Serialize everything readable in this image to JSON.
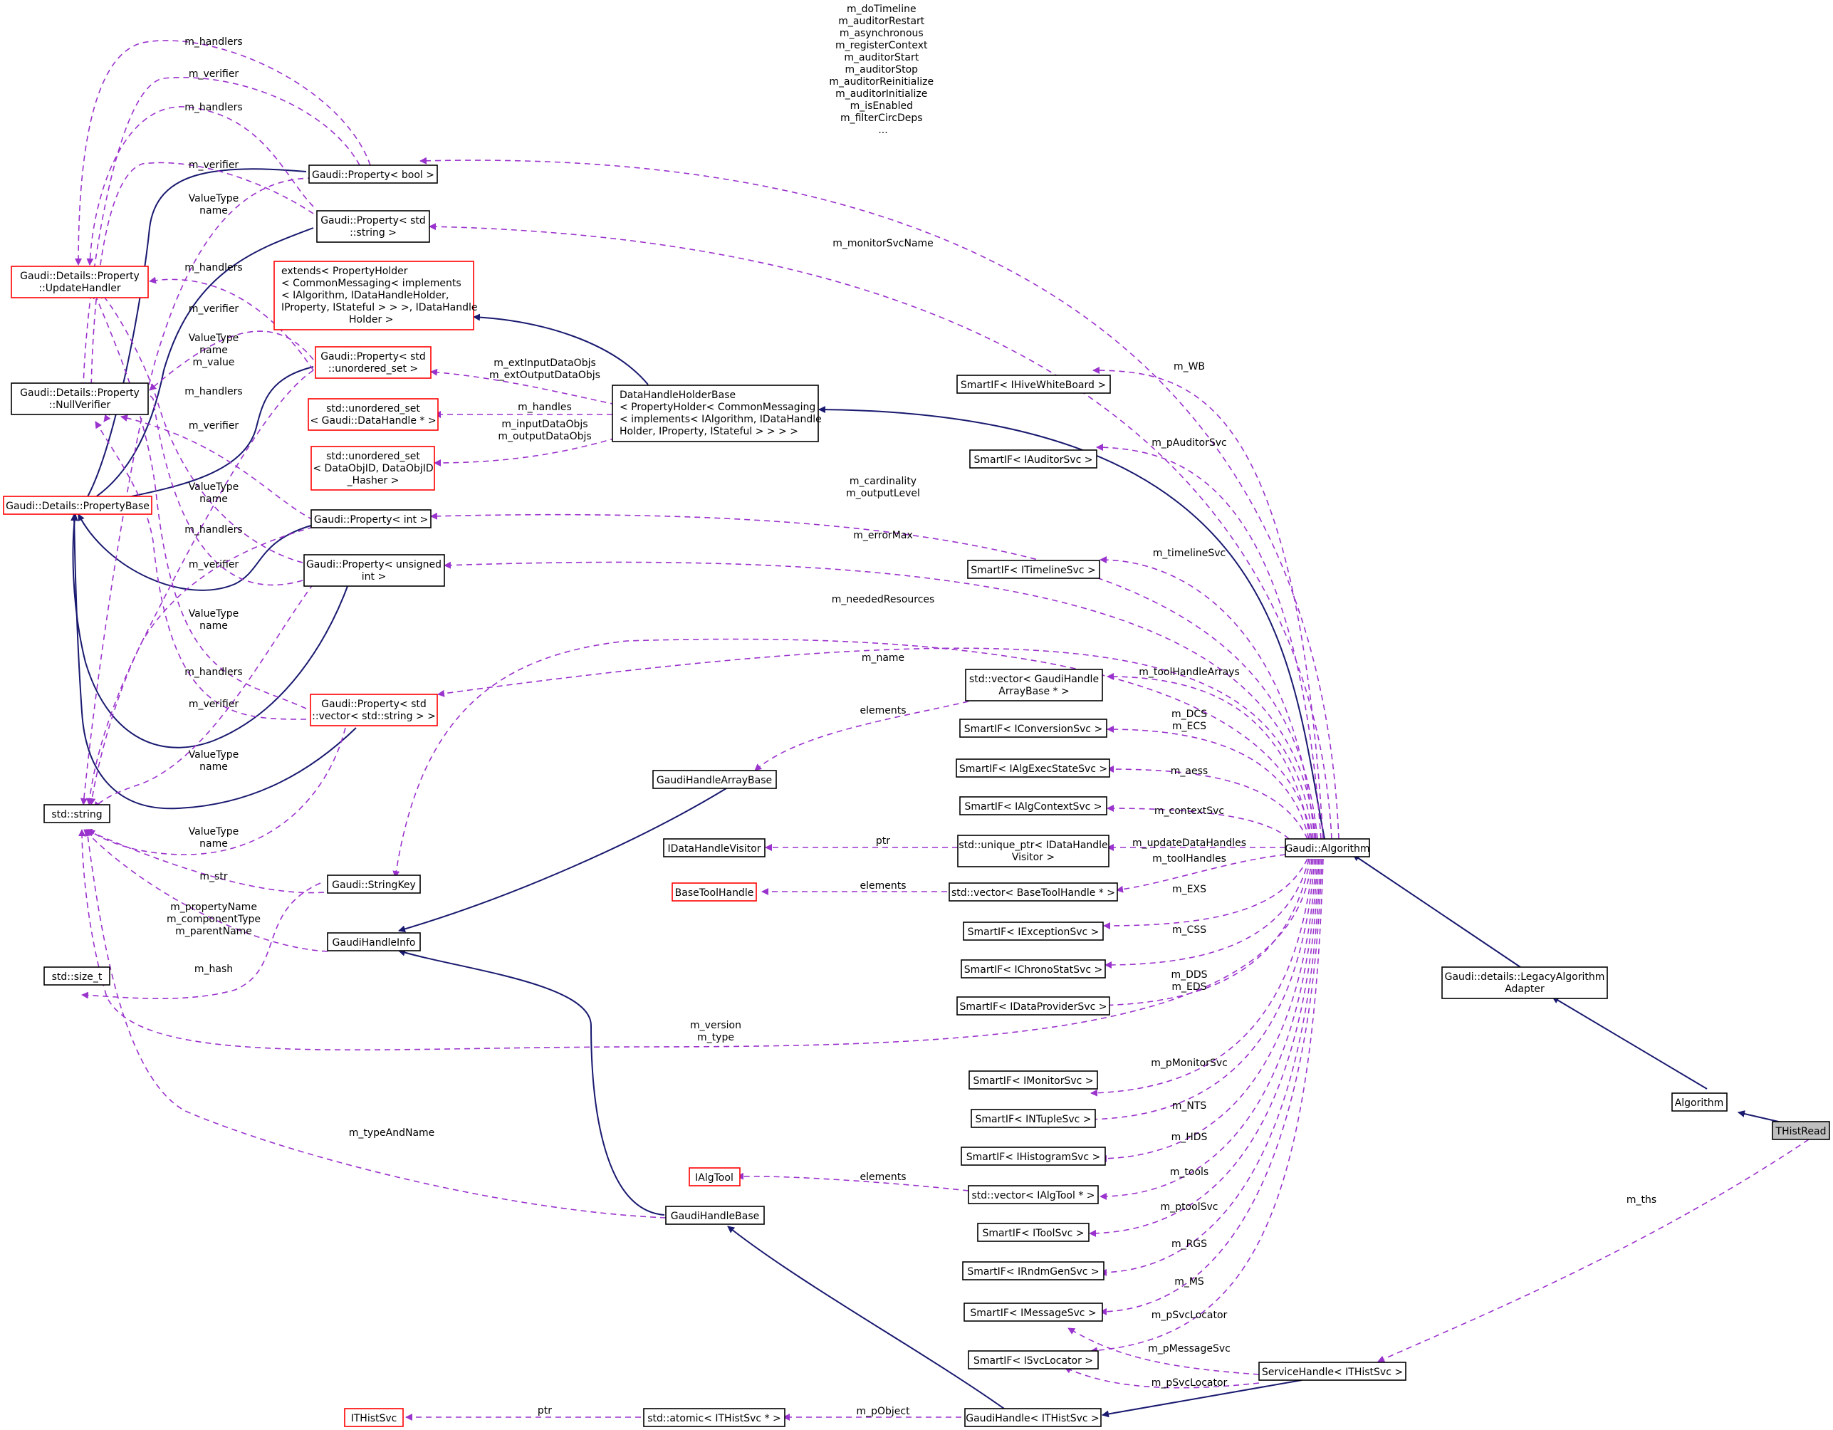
{
  "colors": {
    "inheritance_edge": "#191970",
    "usage_edge": "#9a32cd",
    "undocumented_border": "#ff0000",
    "focus_fill": "#bfbfbf"
  },
  "nodes": {
    "thistread": "THistRead",
    "algorithm": "Algorithm",
    "legacy_adapter": [
      "Gaudi::details::LegacyAlgorithm",
      "Adapter"
    ],
    "gaudi_algorithm": "Gaudi::Algorithm",
    "datahandleholderbase": [
      "DataHandleHolderBase",
      "< PropertyHolder< CommonMessaging",
      "< implements< IAlgorithm, IDataHandle",
      "Holder, IProperty, IStateful > > > >"
    ],
    "extends_propertyholder": [
      "extends< PropertyHolder",
      "< CommonMessaging< implements",
      "< IAlgorithm, IDataHandleHolder,",
      "IProperty, IStateful > > >, IDataHandle",
      "Holder >"
    ],
    "property_bool": "Gaudi::Property< bool >",
    "property_string": [
      "Gaudi::Property< std",
      "::string >"
    ],
    "property_unordered_set": [
      "Gaudi::Property< std",
      "::unordered_set >"
    ],
    "unordered_set_datahandle": [
      "std::unordered_set",
      "< Gaudi::DataHandle * >"
    ],
    "unordered_set_dataobjid": [
      "std::unordered_set",
      "< DataObjID, DataObjID",
      "_Hasher >"
    ],
    "property_int": "Gaudi::Property< int >",
    "property_unsigned": [
      "Gaudi::Property< unsigned",
      "int >"
    ],
    "property_vector_string": [
      "Gaudi::Property< std",
      "::vector< std::string > >"
    ],
    "update_handler": [
      "Gaudi::Details::Property",
      "::UpdateHandler"
    ],
    "null_verifier": [
      "Gaudi::Details::Property",
      "::NullVerifier"
    ],
    "property_base": "Gaudi::Details::PropertyBase",
    "std_string": "std::string",
    "std_size_t": "std::size_t",
    "string_key": "Gaudi::StringKey",
    "gaudi_handle_info": "GaudiHandleInfo",
    "gaudi_handle_array_base": "GaudiHandleArrayBase",
    "gaudi_handle_base": "GaudiHandleBase",
    "ialgtool": "IAlgTool",
    "ithistsvc": "ITHistSvc",
    "atomic_ithistsvc": "std::atomic< ITHistSvc * >",
    "gaudihandle_ithistsvc": "GaudiHandle< ITHistSvc >",
    "servicehandle_ithistsvc": "ServiceHandle< ITHistSvc >",
    "idatahandlevisitor": "IDataHandleVisitor",
    "basetoolhandle": "BaseToolHandle",
    "smartif_ihivewhiteboard": "SmartIF< IHiveWhiteBoard >",
    "smartif_iauditorsvc": "SmartIF< IAuditorSvc >",
    "smartif_itimelinesvc": "SmartIF< ITimelineSvc >",
    "vector_gaudihandlearraybase": [
      "std::vector< GaudiHandle",
      "ArrayBase * >"
    ],
    "smartif_iconversionsvc": "SmartIF< IConversionSvc >",
    "smartif_ialgexecstatesvc": "SmartIF< IAlgExecStateSvc >",
    "smartif_ialgcontextsvc": "SmartIF< IAlgContextSvc >",
    "unique_ptr_visitor": [
      "std::unique_ptr< IDataHandle",
      "Visitor >"
    ],
    "vector_basetoolhandle": "std::vector< BaseToolHandle * >",
    "smartif_iexceptionsvc": "SmartIF< IExceptionSvc >",
    "smartif_ichronostatsvc": "SmartIF< IChronoStatSvc >",
    "smartif_idataprovidersvc": "SmartIF< IDataProviderSvc >",
    "smartif_imonitorsvc": "SmartIF< IMonitorSvc >",
    "smartif_intuplesvc": "SmartIF< INTupleSvc >",
    "smartif_ihistogramsvc": "SmartIF< IHistogramSvc >",
    "vector_ialgtool": "std::vector< IAlgTool * >",
    "smartif_itoolsvc": "SmartIF< IToolSvc >",
    "smartif_irndmgensvc": "SmartIF< IRndmGenSvc >",
    "smartif_imessagesvc": "SmartIF< IMessageSvc >",
    "smartif_isvclocator": "SmartIF< ISvcLocator >"
  },
  "labels": {
    "bool_members": [
      "m_doTimeline",
      "m_auditorRestart",
      "m_asynchronous",
      "m_registerContext",
      "m_auditorStart",
      "m_auditorStop",
      "m_auditorReinitialize",
      "m_auditorInitialize",
      "m_isEnabled",
      "m_filterCircDeps",
      "..."
    ],
    "monitor_svc_name": "m_monitorSvcName",
    "ext_data_objs": [
      "m_extInputDataObjs",
      "m_extOutputDataObjs"
    ],
    "handles": "m_handles",
    "data_objs": [
      "m_inputDataObjs",
      "m_outputDataObjs"
    ],
    "wb": "m_WB",
    "auditor_svc": "m_pAuditorSvc",
    "cardinality": [
      "m_cardinality",
      "m_outputLevel"
    ],
    "error_max": "m_errorMax",
    "timeline_svc": "m_timelineSvc",
    "needed_resources": "m_neededResources",
    "name": "m_name",
    "tool_handle_arrays": "m_toolHandleArrays",
    "elements": "elements",
    "dcs_ecs": [
      "m_DCS",
      "m_ECS"
    ],
    "aess": "m_aess",
    "context_svc": "m_contextSvc",
    "ptr": "ptr",
    "update_data_handles": "m_updateDataHandles",
    "tool_handles": "m_toolHandles",
    "exs": "m_EXS",
    "css": "m_CSS",
    "dds_eds": [
      "m_DDS",
      "m_EDS"
    ],
    "version_type": [
      "m_version",
      "m_type"
    ],
    "monitor_svc": "m_pMonitorSvc",
    "nts": "m_NTS",
    "hds": "m_HDS",
    "tools": "m_tools",
    "ptool_svc": "m_ptoolSvc",
    "rgs": "m_RGS",
    "ms": "m_MS",
    "svc_locator": "m_pSvcLocator",
    "message_svc": "m_pMessageSvc",
    "ths": "m_ths",
    "p_object": "m_pObject",
    "type_and_name": "m_typeAndName",
    "str": "m_str",
    "handle_info_members": [
      "m_propertyName",
      "m_componentType",
      "m_parentName"
    ],
    "hash": "m_hash",
    "m_handlers": "m_handlers",
    "m_verifier": "m_verifier",
    "value_type_name": [
      "ValueType",
      "name"
    ],
    "value_type_name_value": [
      "ValueType",
      "name",
      "m_value"
    ]
  }
}
